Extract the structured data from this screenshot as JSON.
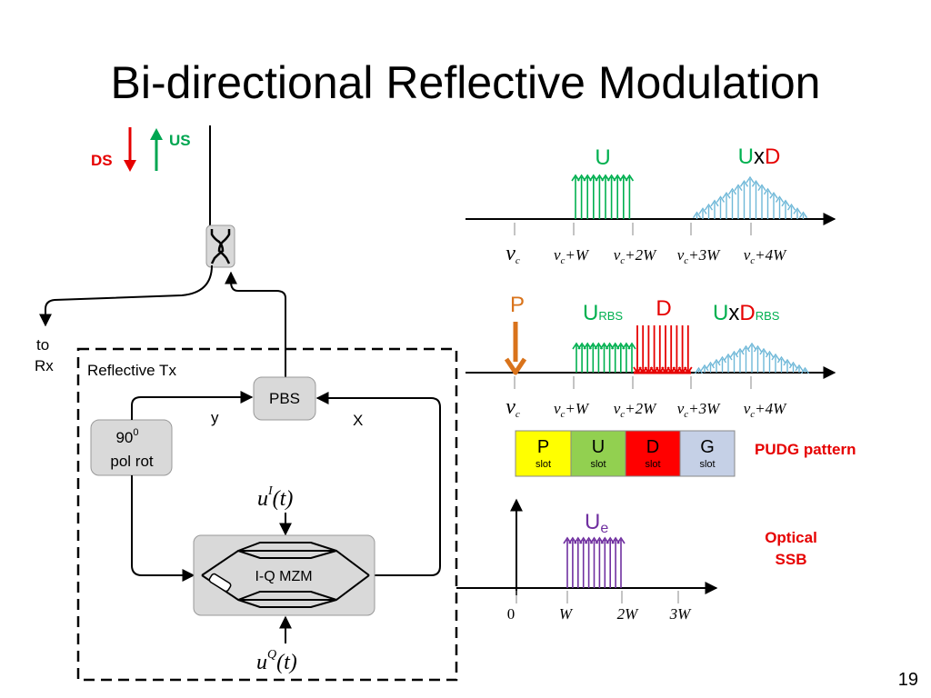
{
  "title": "Bi-directional Reflective Modulation",
  "page_number": "19",
  "colors": {
    "ds_red": "#e60000",
    "us_green": "#00a651",
    "u_spectrum_green": "#00b050",
    "uxd_blue": "#6fb8d8",
    "pilot_orange": "#d9731b",
    "ue_purple": "#7030a0",
    "pudg_label_red": "#e60000"
  },
  "direction_legend": {
    "ds": "DS",
    "us": "US"
  },
  "block_diagram": {
    "output_label_line1": "to",
    "output_label_line2": "Rx",
    "reflective_tx_label": "Reflective Tx",
    "pbs_label": "PBS",
    "y_label": "y",
    "x_label": "X",
    "pol_rot_line1": "90",
    "pol_rot_sup": "0",
    "pol_rot_line2": "pol rot",
    "mzm_label": "I-Q MZM",
    "ui_base": "u",
    "ui_sup": "I",
    "ui_arg": "(t)",
    "uq_base": "u",
    "uq_sup": "Q",
    "uq_arg": "(t)"
  },
  "spectrum_top": {
    "u_label": "U",
    "uxd_u": "U",
    "uxd_x": "x",
    "uxd_d": "D",
    "ticks": [
      "ν_c",
      "ν_c+W",
      "ν_c+2W",
      "ν_c+3W",
      "ν_c+4W"
    ]
  },
  "spectrum_mid": {
    "p_label": "P",
    "u_label": "U",
    "u_sub": "RBS",
    "d_label": "D",
    "uxd_u": "U",
    "uxd_x": "x",
    "uxd_d": "D",
    "uxd_sub": "RBS",
    "ticks": [
      "ν_c",
      "ν_c+W",
      "ν_c+2W",
      "ν_c+3W",
      "ν_c+4W"
    ]
  },
  "pudg": {
    "slots": [
      {
        "letter": "P",
        "word": "slot",
        "color": "#ffff00"
      },
      {
        "letter": "U",
        "word": "slot",
        "color": "#92d050"
      },
      {
        "letter": "D",
        "word": "slot",
        "color": "#ff0000"
      },
      {
        "letter": "G",
        "word": "slot",
        "color": "#c5d0e6"
      }
    ],
    "caption": "PUDG pattern"
  },
  "ssb": {
    "ue_base": "U",
    "ue_sub": "e",
    "ticks": [
      "0",
      "W",
      "2W",
      "3W"
    ],
    "label_line1": "Optical",
    "label_line2": "SSB"
  }
}
